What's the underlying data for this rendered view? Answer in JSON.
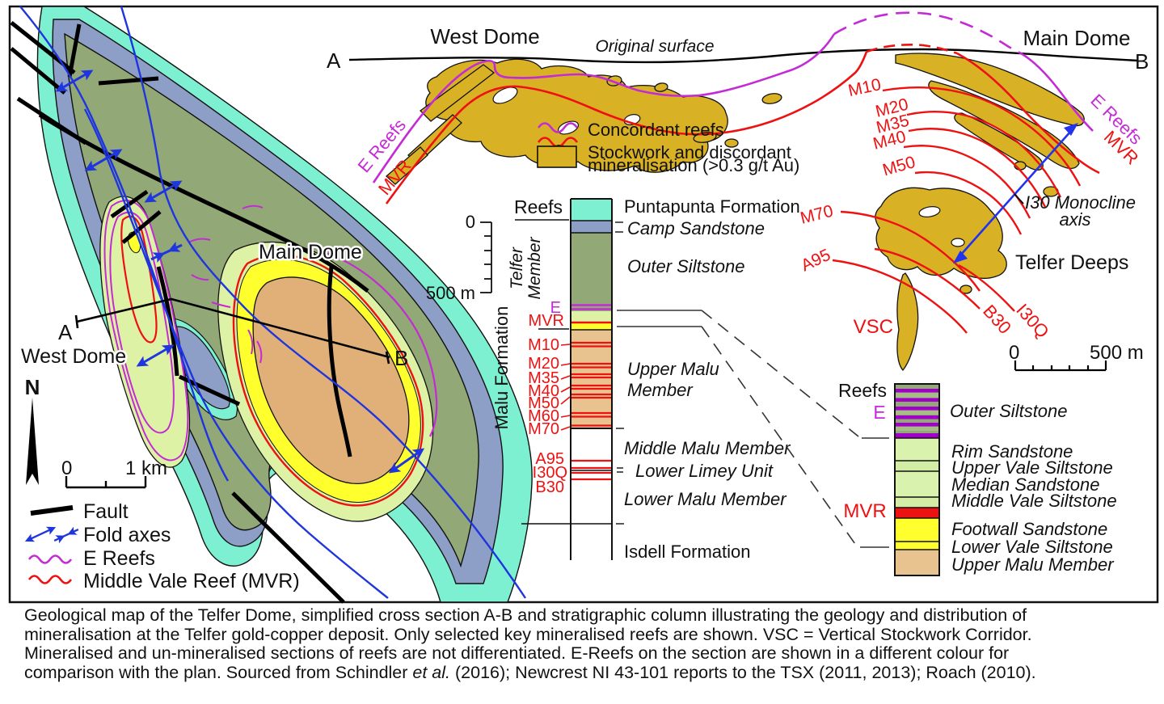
{
  "map": {
    "title_main_dome": "Main Dome",
    "title_west_dome": "West Dome",
    "label_a": "A",
    "label_b": "B",
    "north": "N",
    "scale_zero": "0",
    "scale_km": "1 km",
    "legend_fault": "Fault",
    "legend_fold_axes": "Fold axes",
    "legend_e_reefs": "E Reefs",
    "legend_mvr": "Middle Vale Reef (MVR)"
  },
  "section": {
    "label_a": "A",
    "label_b": "B",
    "west_dome": "West Dome",
    "main_dome": "Main Dome",
    "original_surface": "Original surface",
    "e_reefs_left": "E Reefs",
    "mvr_left": "MVR",
    "e_reefs_right": "E Reefs",
    "mvr_right": "MVR",
    "m10": "M10",
    "m20": "M20",
    "m35": "M35",
    "m40": "M40",
    "m50": "M50",
    "m70": "M70",
    "a95": "A95",
    "b30": "B30",
    "i30q": "I30Q",
    "vsc": "VSC",
    "monocline_1": "I30 Monocline",
    "monocline_2": "axis",
    "telfer_deeps": "Telfer Deeps",
    "legend_concordant": "Concordant reefs",
    "legend_stockwork_1": "Stockwork and discordant",
    "legend_stockwork_2": "mineralisation (>0.3 g/t Au)",
    "scale_zero": "0",
    "scale_500": "500 m"
  },
  "column": {
    "header": "Reefs",
    "depth_zero": "0",
    "depth_500": "500 m",
    "telfer_1": "Telfer",
    "telfer_2": "Member",
    "malu_formation": "Malu Formation",
    "reef_e": "E",
    "reef_mvr": "MVR",
    "reef_m10": "M10",
    "reef_m20": "M20",
    "reef_m35": "M35",
    "reef_m40": "M40",
    "reef_m50": "M50",
    "reef_m60": "M60",
    "reef_m70": "M70",
    "reef_a95": "A95",
    "reef_i30q": "I30Q",
    "reef_b30": "B30",
    "puntapunta": "Puntapunta Formation",
    "camp": "Camp Sandstone",
    "outer_siltstone": "Outer Siltstone",
    "upper_malu_1": "Upper Malu",
    "upper_malu_2": "Member",
    "middle_malu": "Middle Malu Member",
    "lower_limey": "Lower Limey Unit",
    "lower_malu": "Lower Malu Member",
    "isdell": "Isdell Formation"
  },
  "detail": {
    "header": "Reefs",
    "reef_e": "E",
    "reef_mvr": "MVR",
    "outer_siltstone": "Outer Siltstone",
    "rim_sandstone": "Rim Sandstone",
    "upper_vale": "Upper Vale Siltstone",
    "median_sandstone": "Median Sandstone",
    "middle_vale": "Middle Vale Siltstone",
    "footwall": "Footwall Sandstone",
    "lower_vale": "Lower Vale Siltstone",
    "upper_malu": "Upper Malu Member"
  },
  "caption": {
    "line1": "Geological map of the Telfer Dome, simplified cross section A-B and stratigraphic column illustrating the geology and distribution of",
    "line2": "mineralisation at the Telfer gold-copper deposit. Only selected key mineralised reefs are shown. VSC = Vertical Stockwork Corridor.",
    "line3": "Mineralised and un-mineralised sections of reefs are not differentiated. E-Reefs on the section are shown in a different colour for",
    "line4_a": "comparison with the plan. Sourced from Schindler ",
    "line4_italic": "et al.",
    "line4_b": " (2016); Newcrest NI 43-101 reports to the TSX (2011, 2013); Roach (2010)."
  },
  "colors": {
    "gold_stockwork": "#d9b125",
    "puntapunta_aqua": "#7ef0d2",
    "camp_blue": "#8d9fc7",
    "outer_siltstone_olive": "#92a877",
    "light_green": "#def2a6",
    "yellow": "#ffff2e",
    "upper_malu_tan": "#e9c38f",
    "dome_core_orange": "#e0b078",
    "e_reef_magenta": "#c32bd5",
    "stripe_purple": "#a100cb",
    "reef_red": "#ee1111",
    "fold_axis_blue": "#1f35dd"
  }
}
